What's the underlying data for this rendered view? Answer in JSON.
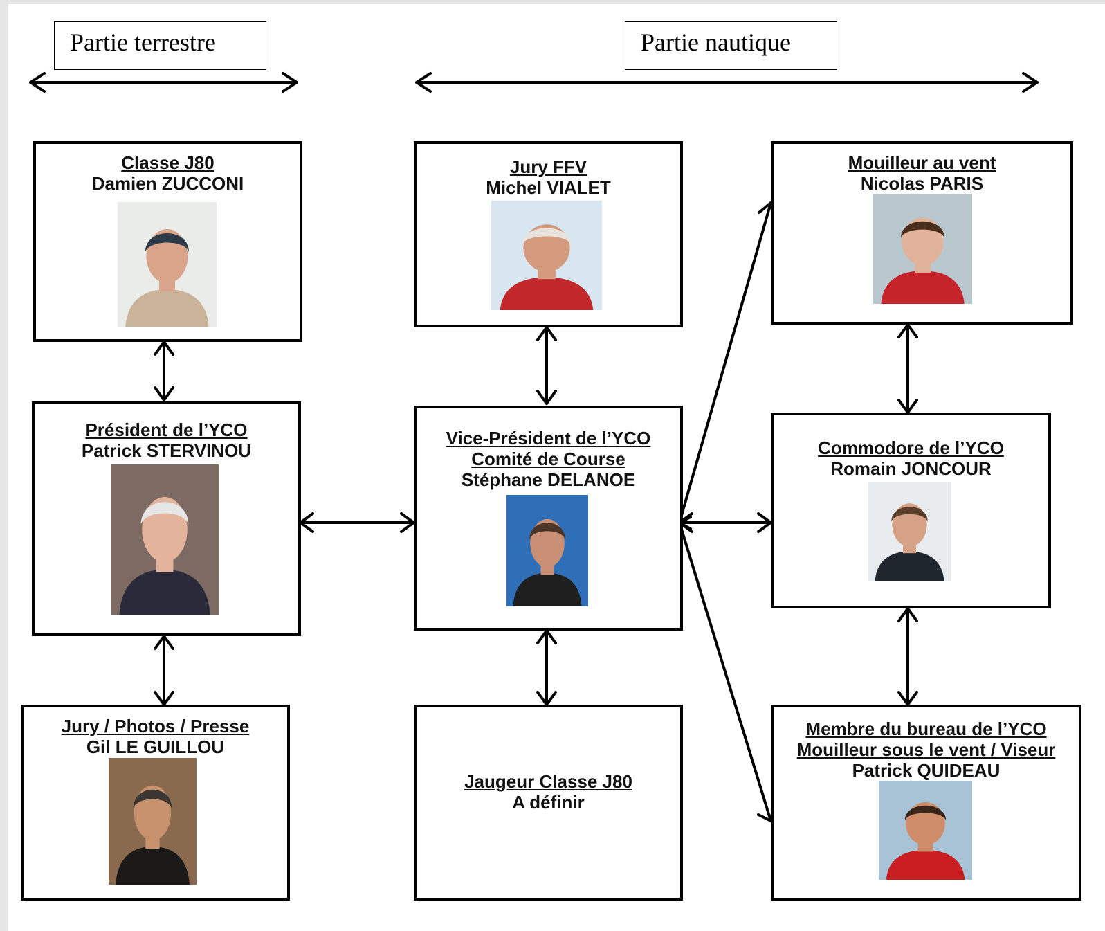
{
  "sections": {
    "land": "Partie terrestre",
    "nautical": "Partie nautique"
  },
  "boxes": {
    "classe": {
      "role": "Classe J80",
      "name": "Damien ZUCCONI"
    },
    "jury_ffv": {
      "role": "Jury FFV",
      "name": "Michel VIALET"
    },
    "mouilleur_vent": {
      "role": "Mouilleur au vent",
      "name": "Nicolas PARIS"
    },
    "president": {
      "role": "Président de l’YCO",
      "name": "Patrick STERVINOU"
    },
    "vice_president": {
      "role1": "Vice-Président de l’YCO",
      "role2": "Comité de Course",
      "name": "Stéphane DELANOE"
    },
    "commodore": {
      "role": "Commodore de l’YCO",
      "name": "Romain JONCOUR"
    },
    "jury_photos": {
      "role": "Jury / Photos / Presse",
      "name": "Gil LE GUILLOU"
    },
    "jaugeur": {
      "role": "Jaugeur Classe J80",
      "name": "A définir"
    },
    "membre": {
      "role1": "Membre du bureau de l’YCO",
      "role2": "Mouilleur sous le vent / Viseur",
      "name": "Patrick QUIDEAU"
    }
  },
  "photos": {
    "zucconi": {
      "bg": "#e9ece8",
      "skin": "#d9a48a",
      "hair": "#2f3a48",
      "shirt": "#c9b49a"
    },
    "vialet": {
      "bg": "#d7e6f0",
      "skin": "#d49a7e",
      "hair": "#e8e3dc",
      "shirt": "#c0282c"
    },
    "paris": {
      "bg": "#b9c7cf",
      "skin": "#e0b39a",
      "hair": "#4a2e1c",
      "shirt": "#c4242a"
    },
    "stervinou": {
      "bg": "#7d6a62",
      "skin": "#e3b39c",
      "hair": "#e6e6e6",
      "shirt": "#2a2a3a"
    },
    "delanoe": {
      "bg": "#2f6fb8",
      "skin": "#c99076",
      "hair": "#4a3526",
      "shirt": "#1e1e1e"
    },
    "joncour": {
      "bg": "#e8ecef",
      "skin": "#d6a286",
      "hair": "#5b3f2b",
      "shirt": "#1f262e"
    },
    "guillou": {
      "bg": "#8a6a4e",
      "skin": "#c9926e",
      "hair": "#3b3632",
      "shirt": "#1c1a19"
    },
    "quideau": {
      "bg": "#a9c3d6",
      "skin": "#d08d6c",
      "hair": "#3a2618",
      "shirt": "#c81e22"
    }
  }
}
